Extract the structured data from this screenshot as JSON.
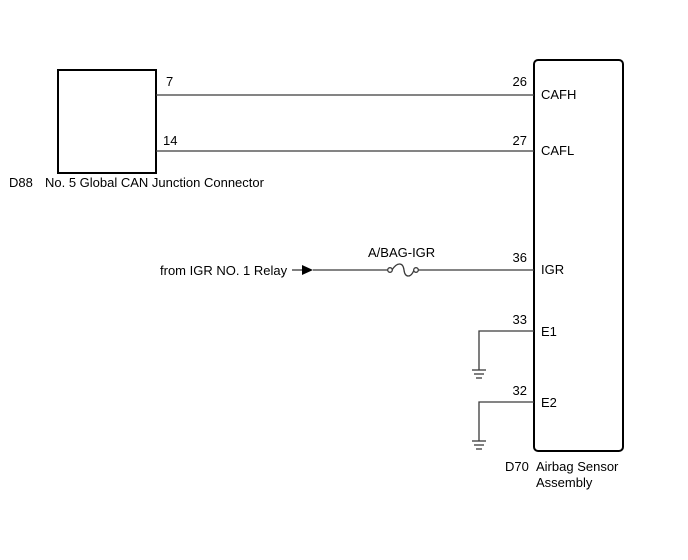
{
  "connector_left": {
    "code": "D88",
    "name": "No. 5 Global CAN Junction Connector",
    "pins": [
      "7",
      "14"
    ]
  },
  "ecu": {
    "code": "D70",
    "name_line1": "Airbag Sensor",
    "name_line2": "Assembly",
    "pins": [
      {
        "number": "26",
        "label": "CAFH"
      },
      {
        "number": "27",
        "label": "CAFL"
      },
      {
        "number": "36",
        "label": "IGR"
      },
      {
        "number": "33",
        "label": "E1"
      },
      {
        "number": "32",
        "label": "E2"
      }
    ]
  },
  "power_source": {
    "label": "from IGR NO. 1 Relay",
    "fuse": "A/BAG-IGR"
  },
  "colors": {
    "line": "#3a3a3a",
    "text": "#000000",
    "background": "#ffffff"
  }
}
